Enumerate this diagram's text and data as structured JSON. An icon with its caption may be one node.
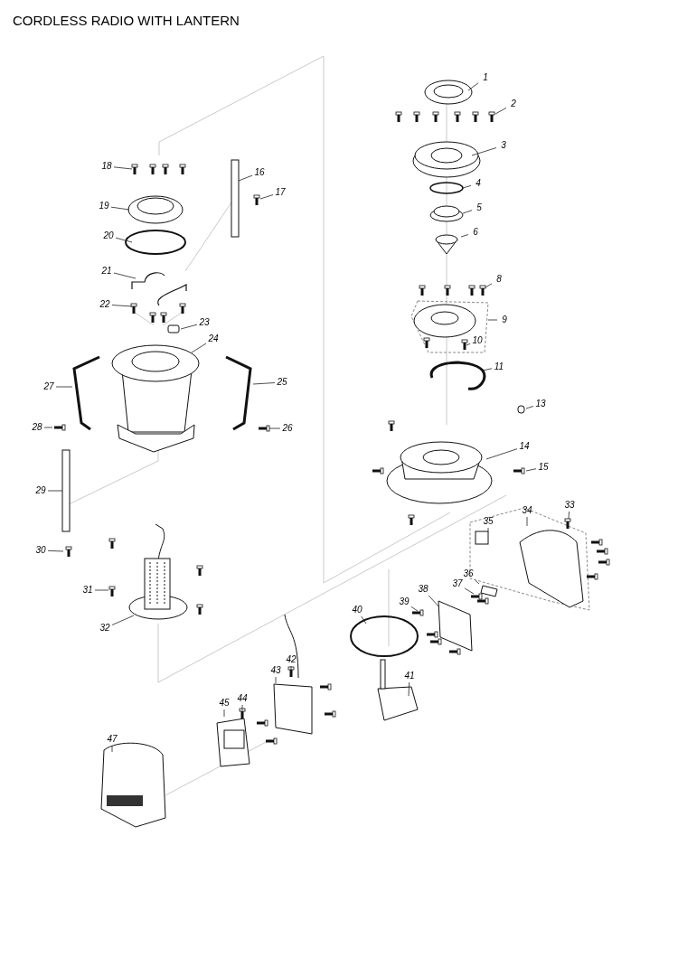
{
  "diagram": {
    "title": "CORDLESS RADIO WITH LANTERN",
    "nodes": [
      {
        "text": [
          "1"
        ]
      },
      {
        "text": [
          "2"
        ]
      },
      {
        "text": [
          "3"
        ]
      },
      {
        "text": [
          "4"
        ]
      },
      {
        "text": [
          "5"
        ]
      },
      {
        "text": [
          "6"
        ]
      },
      {
        "text": [
          "8"
        ]
      },
      {
        "text": [
          "9"
        ]
      },
      {
        "text": [
          "10"
        ]
      },
      {
        "text": [
          "11"
        ]
      },
      {
        "text": [
          "13"
        ]
      },
      {
        "text": [
          "14"
        ]
      },
      {
        "text": [
          "15"
        ]
      },
      {
        "text": [
          "16"
        ]
      },
      {
        "text": [
          "17"
        ]
      },
      {
        "text": [
          "18"
        ]
      },
      {
        "text": [
          "19"
        ]
      },
      {
        "text": [
          "20"
        ]
      },
      {
        "text": [
          "21"
        ]
      },
      {
        "text": [
          "22"
        ]
      },
      {
        "text": [
          "23"
        ]
      },
      {
        "text": [
          "24"
        ]
      },
      {
        "text": [
          "25"
        ]
      },
      {
        "text": [
          "26"
        ]
      },
      {
        "text": [
          "27"
        ]
      },
      {
        "text": [
          "28"
        ]
      },
      {
        "text": [
          "29"
        ]
      },
      {
        "text": [
          "30"
        ]
      },
      {
        "text": [
          "31"
        ]
      },
      {
        "text": [
          "32"
        ]
      },
      {
        "text": [
          "33"
        ]
      },
      {
        "text": [
          "34"
        ]
      },
      {
        "text": [
          "35"
        ]
      },
      {
        "text": [
          "36"
        ]
      },
      {
        "text": [
          "37"
        ]
      },
      {
        "text": [
          "38"
        ]
      },
      {
        "text": [
          "39"
        ]
      },
      {
        "text": [
          "40"
        ]
      },
      {
        "text": [
          "41"
        ]
      },
      {
        "text": [
          "42"
        ]
      },
      {
        "text": [
          "43"
        ]
      },
      {
        "text": [
          "44"
        ]
      },
      {
        "text": [
          "45"
        ]
      },
      {
        "text": [
          "47"
        ]
      }
    ],
    "edges": [
      {
        "from": 0,
        "to": null,
        "arrow": "none"
      },
      {
        "from": 1,
        "to": null,
        "arrow": "none"
      },
      {
        "from": 2,
        "to": null,
        "arrow": "none"
      },
      {
        "from": 3,
        "to": null,
        "arrow": "none"
      },
      {
        "from": 4,
        "to": null,
        "arrow": "none"
      },
      {
        "from": 5,
        "to": null,
        "arrow": "none"
      },
      {
        "from": 6,
        "to": null,
        "arrow": "none"
      },
      {
        "from": 7,
        "to": null,
        "arrow": "none"
      },
      {
        "from": 8,
        "to": null,
        "arrow": "none"
      },
      {
        "from": 9,
        "to": null,
        "arrow": "none"
      },
      {
        "from": 10,
        "to": null,
        "arrow": "none"
      },
      {
        "from": 11,
        "to": null,
        "arrow": "none"
      },
      {
        "from": 12,
        "to": null,
        "arrow": "none"
      },
      {
        "from": 13,
        "to": null,
        "arrow": "none"
      },
      {
        "from": 14,
        "to": null,
        "arrow": "none"
      },
      {
        "from": 15,
        "to": null,
        "arrow": "none"
      },
      {
        "from": 16,
        "to": null,
        "arrow": "none"
      },
      {
        "from": 17,
        "to": null,
        "arrow": "none"
      },
      {
        "from": 18,
        "to": null,
        "arrow": "none"
      },
      {
        "from": 19,
        "to": null,
        "arrow": "none"
      },
      {
        "from": 20,
        "to": null,
        "arrow": "none"
      },
      {
        "from": 21,
        "to": null,
        "arrow": "none"
      },
      {
        "from": 22,
        "to": null,
        "arrow": "none"
      },
      {
        "from": 23,
        "to": null,
        "arrow": "none"
      },
      {
        "from": 24,
        "to": null,
        "arrow": "none"
      },
      {
        "from": 25,
        "to": null,
        "arrow": "none"
      },
      {
        "from": 26,
        "to": null,
        "arrow": "none"
      },
      {
        "from": 27,
        "to": null,
        "arrow": "none"
      },
      {
        "from": 28,
        "to": null,
        "arrow": "none"
      },
      {
        "from": 29,
        "to": null,
        "arrow": "none"
      },
      {
        "from": 30,
        "to": null,
        "arrow": "none"
      },
      {
        "from": 31,
        "to": null,
        "arrow": "none"
      },
      {
        "from": 32,
        "to": null,
        "arrow": "none"
      },
      {
        "from": 33,
        "to": null,
        "arrow": "none"
      },
      {
        "from": 34,
        "to": null,
        "arrow": "none"
      },
      {
        "from": 35,
        "to": null,
        "arrow": "none"
      },
      {
        "from": 36,
        "to": null,
        "arrow": "none"
      },
      {
        "from": 37,
        "to": null,
        "arrow": "none"
      },
      {
        "from": 38,
        "to": null,
        "arrow": "none"
      },
      {
        "from": 39,
        "to": null,
        "arrow": "none"
      },
      {
        "from": 40,
        "to": null,
        "arrow": "none"
      },
      {
        "from": 41,
        "to": null,
        "arrow": "none"
      },
      {
        "from": 42,
        "to": null,
        "arrow": "none"
      },
      {
        "from": 43,
        "to": null,
        "arrow": "none"
      }
    ]
  }
}
